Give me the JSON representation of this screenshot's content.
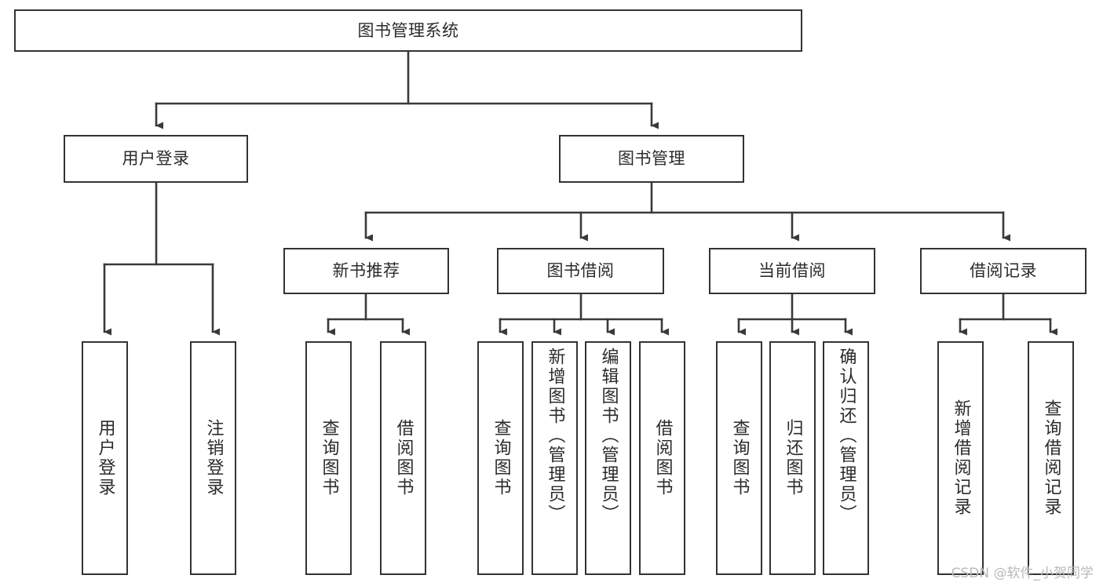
{
  "diagram": {
    "title": "图书管理系统",
    "type": "tree",
    "root": {
      "id": "root",
      "label": "图书管理系统"
    },
    "level1": [
      {
        "id": "user-login",
        "label": "用户登录"
      },
      {
        "id": "book-management",
        "label": "图书管理"
      }
    ],
    "level2": [
      {
        "id": "new-book-recommend",
        "label": "新书推荐",
        "parent": "book-management"
      },
      {
        "id": "book-borrow",
        "label": "图书借阅",
        "parent": "book-management"
      },
      {
        "id": "current-borrow",
        "label": "当前借阅",
        "parent": "book-management"
      },
      {
        "id": "borrow-record",
        "label": "借阅记录",
        "parent": "book-management"
      }
    ],
    "leaves": [
      {
        "id": "leaf-user-login",
        "label": "用户登录",
        "parent": "user-login"
      },
      {
        "id": "leaf-user-logout",
        "label": "注销登录",
        "parent": "user-login"
      },
      {
        "id": "leaf-query-book-1",
        "label": "查询图书",
        "parent": "new-book-recommend"
      },
      {
        "id": "leaf-borrow-book-1",
        "label": "借阅图书",
        "parent": "new-book-recommend"
      },
      {
        "id": "leaf-query-book-2",
        "label": "查询图书",
        "parent": "book-borrow"
      },
      {
        "id": "leaf-add-book",
        "label": "新增图书（管理员）",
        "parent": "book-borrow"
      },
      {
        "id": "leaf-edit-book",
        "label": "编辑图书（管理员）",
        "parent": "book-borrow"
      },
      {
        "id": "leaf-borrow-book-2",
        "label": "借阅图书",
        "parent": "book-borrow"
      },
      {
        "id": "leaf-query-book-3",
        "label": "查询图书",
        "parent": "current-borrow"
      },
      {
        "id": "leaf-return-book",
        "label": "归还图书",
        "parent": "current-borrow"
      },
      {
        "id": "leaf-confirm-return",
        "label": "确认归还（管理员）",
        "parent": "current-borrow"
      },
      {
        "id": "leaf-add-record",
        "label": "新增借阅记录",
        "parent": "borrow-record"
      },
      {
        "id": "leaf-query-record",
        "label": "查询借阅记录",
        "parent": "borrow-record"
      }
    ]
  },
  "watermark": {
    "text": "CSDN @软件_小贺同学"
  },
  "colors": {
    "background": "#ffffff",
    "box_border": "#333333",
    "box_fill": "#ffffff",
    "text": "#2b2b2b",
    "connector": "#3a3a3a",
    "watermark": "#b9b9b9"
  }
}
